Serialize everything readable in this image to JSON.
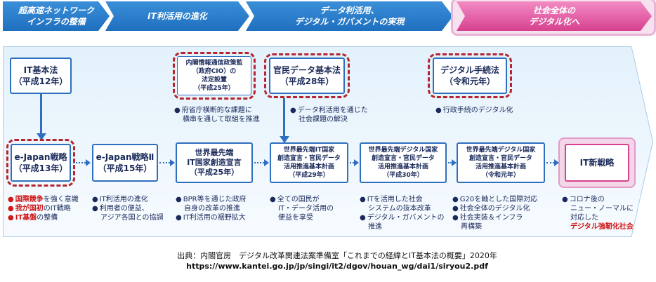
{
  "phases": [
    {
      "label": "超高速ネットワーク\nインフラの整備"
    },
    {
      "label": "IT利活用の進化"
    },
    {
      "label": "データ利活用、\nデジタル・ガバメントの実現"
    },
    {
      "label": "社会全体の\nデジタル化へ"
    }
  ],
  "top_boxes": {
    "it_basic_law": {
      "line1": "IT基本法",
      "line2": "（平成12年）"
    },
    "cio": {
      "line1": "内閣情報通信政策監",
      "line2": "（政府CIO）の",
      "line3": "法定設置",
      "line4": "（平成25年）"
    },
    "data_law": {
      "line1": "官民データ基本法",
      "line2": "（平成28年）"
    },
    "digital_proc": {
      "line1": "デジタル手続法",
      "line2": "（令和元年）"
    }
  },
  "top_notes": {
    "cio_note": [
      "府省庁横断的な課題に",
      "横串を通して取組を推進"
    ],
    "data_note": [
      "データ利活用を通じた",
      "社会課題の解決"
    ],
    "proc_note": [
      "行政手続のデジタル化"
    ]
  },
  "timeline": [
    {
      "lines": [
        "e-Japan戦略",
        "（平成13年）"
      ]
    },
    {
      "lines": [
        "e-Japan戦略Ⅱ",
        "（平成15年）"
      ]
    },
    {
      "lines": [
        "世界最先端",
        "IT国家創造宣言",
        "（平成25年）"
      ]
    },
    {
      "lines": [
        "世界最先端IT国家",
        "創造宣言・官民データ",
        "活用推進基本計画",
        "（平成29年）"
      ]
    },
    {
      "lines": [
        "世界最先端デジタル国家",
        "創造宣言・官民データ",
        "活用推進基本計画",
        "（平成30年）"
      ]
    },
    {
      "lines": [
        "世界最先端デジタル国家",
        "創造宣言・官民データ",
        "活用推進基本計画",
        "（令和元年）"
      ]
    },
    {
      "lines": [
        "IT新戦略"
      ]
    }
  ],
  "bottom_notes": [
    {
      "items": [
        {
          "red": "国際競争",
          "rest": "を強く意識"
        },
        {
          "red": "我が国初",
          "rest": "のIT戦略"
        },
        {
          "red": "IT基盤",
          "rest": "の整備"
        }
      ]
    },
    {
      "items": [
        {
          "red": "",
          "rest": "IT利活用の進化"
        },
        {
          "red": "",
          "rest": "利用者の便益、"
        },
        {
          "red": "",
          "rest": "アジア各国との協調"
        }
      ]
    },
    {
      "items": [
        {
          "red": "",
          "rest": "BPR等を通じた政府"
        },
        {
          "red": "",
          "rest": "自身の改革の推進"
        },
        {
          "red": "",
          "rest": "IT利活用の裾野拡大"
        }
      ]
    },
    {
      "items": [
        {
          "red": "",
          "rest": "全ての国民が"
        },
        {
          "red": "",
          "rest": "IT・データ活用の"
        },
        {
          "red": "",
          "rest": "便益を享受"
        }
      ]
    },
    {
      "items": [
        {
          "red": "",
          "rest": "ITを活用した社会"
        },
        {
          "red": "",
          "rest": "システムの抜本改革"
        },
        {
          "red": "",
          "rest": "デジタル・ガバメントの"
        },
        {
          "red": "",
          "rest": "推進"
        }
      ]
    },
    {
      "items": [
        {
          "red": "",
          "rest": "G20を軸とした国際対応"
        },
        {
          "red": "",
          "rest": "社会全体のデジタル化"
        },
        {
          "red": "",
          "rest": "社会実装＆インフラ"
        },
        {
          "red": "",
          "rest": "再構築"
        }
      ]
    },
    {
      "items": [
        {
          "red": "",
          "rest": "コロナ後の"
        },
        {
          "red": "",
          "rest": "ニュー・ノーマルに"
        },
        {
          "red": "",
          "rest": "対応した"
        },
        {
          "red": "デジタル強靭化社会",
          "rest": ""
        }
      ]
    }
  ],
  "bullet": "●",
  "source": {
    "line1": "出典：内閣官房　デジタル改革関連法案準備室「これまでの経緯とIT基本法の概要」2020年",
    "line2": "https://www.kantei.go.jp/jp/singi/it2/dgov/houan_wg/dai1/siryou2.pdf"
  }
}
